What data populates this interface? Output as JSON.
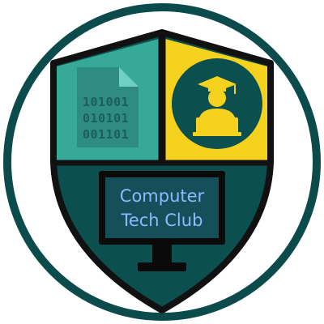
{
  "emblem": {
    "binary_lines": [
      "101001",
      "010101",
      "001101"
    ],
    "title_lines": [
      "Computer",
      "Tech Club"
    ],
    "colors": {
      "ring": "#0b4b4b",
      "shield_dark": "#0c4f4f",
      "teal_panel": "#36a999",
      "yellow_panel": "#f5d21d",
      "outline": "#111111",
      "text_blue": "#8fb8ff"
    },
    "icons": [
      "binary-file-icon",
      "graduate-user-icon",
      "monitor-icon"
    ]
  }
}
